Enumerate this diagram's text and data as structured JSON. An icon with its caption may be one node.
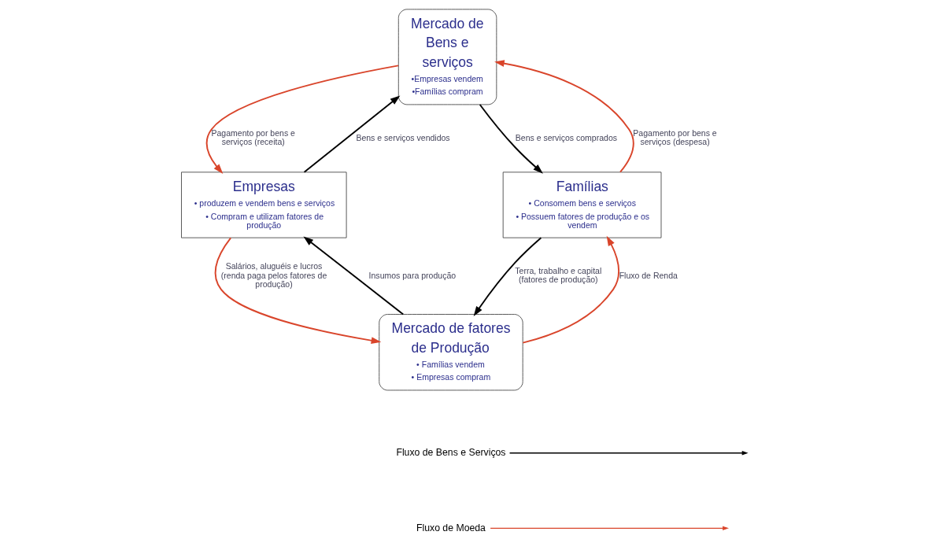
{
  "diagram": {
    "nodes": [
      {
        "text": [
          "Mercado de Bens e serviços",
          "•Empresas vendem",
          "•Famílias compram"
        ]
      },
      {
        "text": [
          "Empresas",
          "• produzem e vendem bens e serviços",
          "• Compram e utilizam fatores de produção"
        ]
      },
      {
        "text": [
          "Famílias",
          "• Consomem bens e serviços",
          "• Possuem fatores de produção e os vendem"
        ]
      },
      {
        "text": [
          "Mercado de fatores de Produção",
          "• Famílias vendem",
          "• Empresas compram"
        ]
      }
    ],
    "edges": [
      {
        "from": 0,
        "to": 1,
        "arrow": "to",
        "label": "Pagamento por bens e serviços (receita)",
        "color": "#d9452b"
      },
      {
        "from": 1,
        "to": 0,
        "arrow": "to",
        "label": "Bens e serviços vendidos",
        "color": "#000000"
      },
      {
        "from": 0,
        "to": 2,
        "arrow": "to",
        "label": "Bens e serviços comprados",
        "color": "#000000"
      },
      {
        "from": 2,
        "to": 0,
        "arrow": "to",
        "label": "Pagamento por bens e serviços (despesa)",
        "color": "#d9452b"
      },
      {
        "from": 2,
        "to": 3,
        "arrow": "to",
        "label": "Terra, trabalho e capital (fatores de produção)",
        "color": "#000000"
      },
      {
        "from": 3,
        "to": 1,
        "arrow": "to",
        "label": "Insumos para produção",
        "color": "#000000"
      },
      {
        "from": 1,
        "to": 3,
        "arrow": "to",
        "label": "Salários, aluguéis e lucros (renda paga pelos fatores de produção)",
        "color": "#d9452b"
      },
      {
        "from": 3,
        "to": 2,
        "arrow": "to",
        "label": "Fluxo de Renda",
        "color": "#d9452b"
      }
    ],
    "legend": [
      {
        "text": "Fluxo de Bens e Serviços"
      },
      {
        "text": "Fluxo de Moeda"
      }
    ]
  }
}
